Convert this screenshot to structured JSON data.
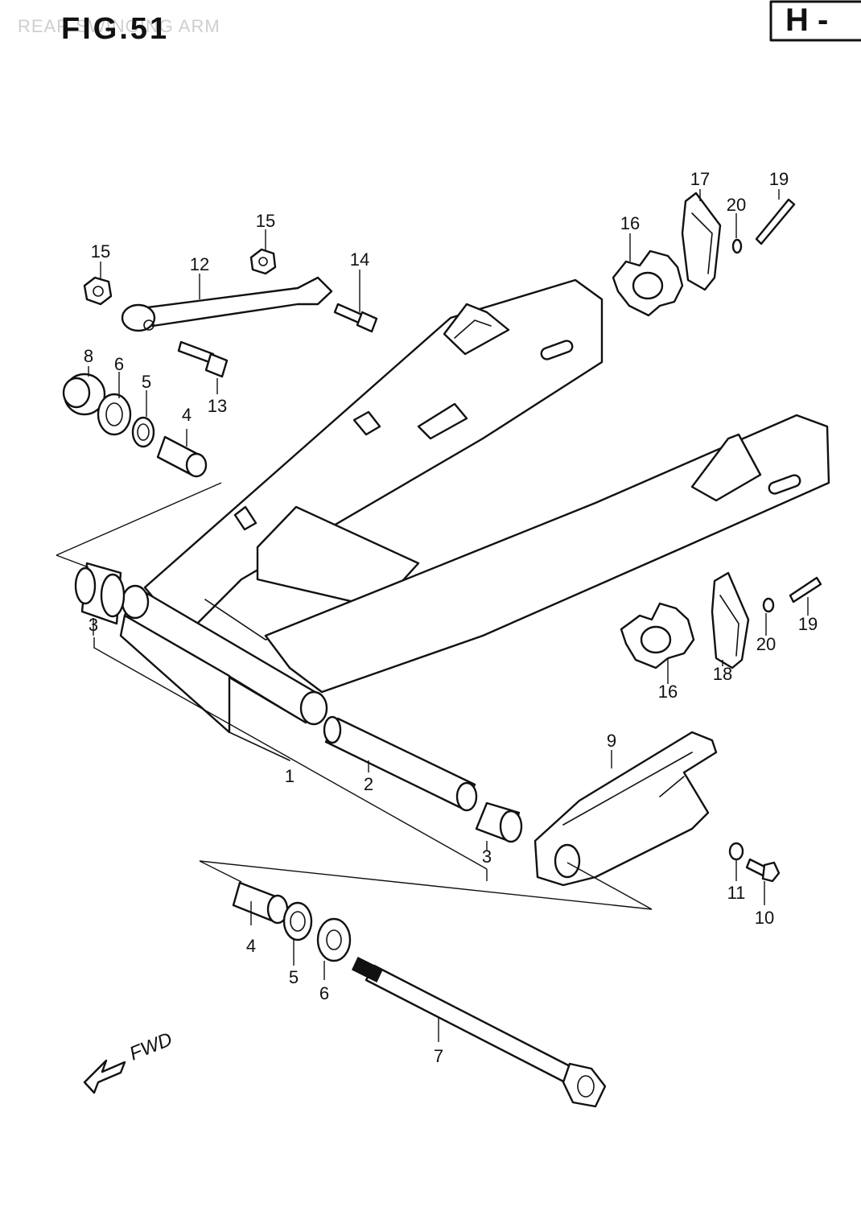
{
  "header": {
    "faded_title": "REAR SWINGING ARM",
    "figure_label": "FIG.51",
    "section_box": "H -"
  },
  "direction_label": "FWD",
  "callouts": {
    "c1": "1",
    "c2": "2",
    "c3a": "3",
    "c3b": "3",
    "c4a": "4",
    "c4b": "4",
    "c5a": "5",
    "c5b": "5",
    "c6a": "6",
    "c6b": "6",
    "c7": "7",
    "c8": "8",
    "c9": "9",
    "c10": "10",
    "c11": "11",
    "c12": "12",
    "c13": "13",
    "c14": "14",
    "c15a": "15",
    "c15b": "15",
    "c16a": "16",
    "c16b": "16",
    "c17": "17",
    "c18": "18",
    "c19a": "19",
    "c19b": "19",
    "c20a": "20",
    "c20b": "20"
  }
}
